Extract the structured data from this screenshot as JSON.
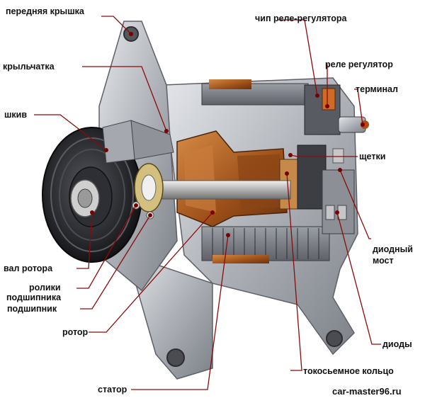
{
  "labels": {
    "front_cover": "передняя крышка",
    "impeller": "крыльчатка",
    "pulley": "шкив",
    "rotor_shaft": "вал ротора",
    "bearing_rollers_1": "ролики",
    "bearing_rollers_2": "подшипника",
    "bearing": "подшипник",
    "rotor": "ротор",
    "stator": "статор",
    "regulator_chip": "чип реле-регулятора",
    "regulator": "реле регулятор",
    "terminal": "терминал",
    "brushes": "щетки",
    "diode_bridge_1": "диодный",
    "diode_bridge_2": "мост",
    "diodes": "диоды",
    "slip_ring": "токосьемное кольцо"
  },
  "watermark": "car-master96.ru",
  "colors": {
    "leader_line": "#8b0a0a",
    "dot": "#7a0000",
    "text": "#111111",
    "housing": "#b9bcc1",
    "copper": "#b5651d",
    "pulley": "#2a2a2e"
  }
}
